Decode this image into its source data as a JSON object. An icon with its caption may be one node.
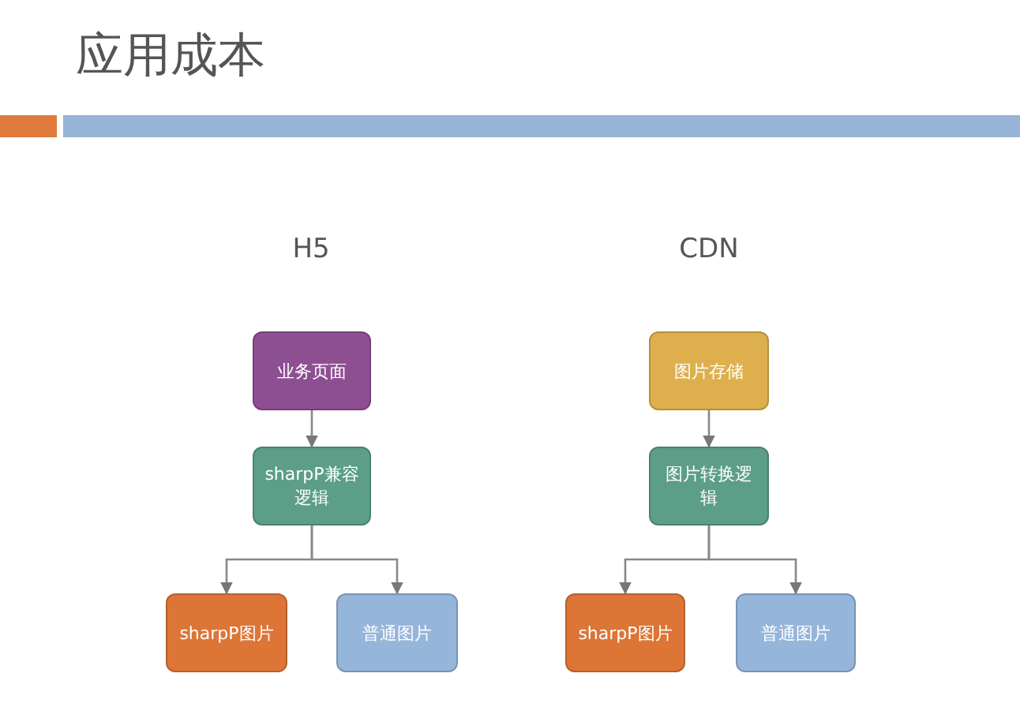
{
  "diagram": {
    "title": "应用成本",
    "nodes": [
      {
        "text": [
          "业务页面"
        ]
      },
      {
        "text": [
          "sharpP兼容逻辑"
        ]
      },
      {
        "text": [
          "sharpP图片"
        ]
      },
      {
        "text": [
          "普通图片"
        ]
      },
      {
        "text": [
          "图片存储"
        ]
      },
      {
        "text": [
          "图片转换逻辑"
        ]
      },
      {
        "text": [
          "sharpP图片"
        ]
      },
      {
        "text": [
          "普通图片"
        ]
      }
    ],
    "edges": [
      {
        "from": 0,
        "to": 1,
        "arrow": "to"
      },
      {
        "from": 1,
        "to": 2,
        "arrow": "to"
      },
      {
        "from": 1,
        "to": 3,
        "arrow": "to"
      },
      {
        "from": 4,
        "to": 5,
        "arrow": "to"
      },
      {
        "from": 5,
        "to": 6,
        "arrow": "to"
      },
      {
        "from": 5,
        "to": 7,
        "arrow": "to"
      }
    ],
    "labels": [
      "H5",
      "CDN"
    ]
  }
}
